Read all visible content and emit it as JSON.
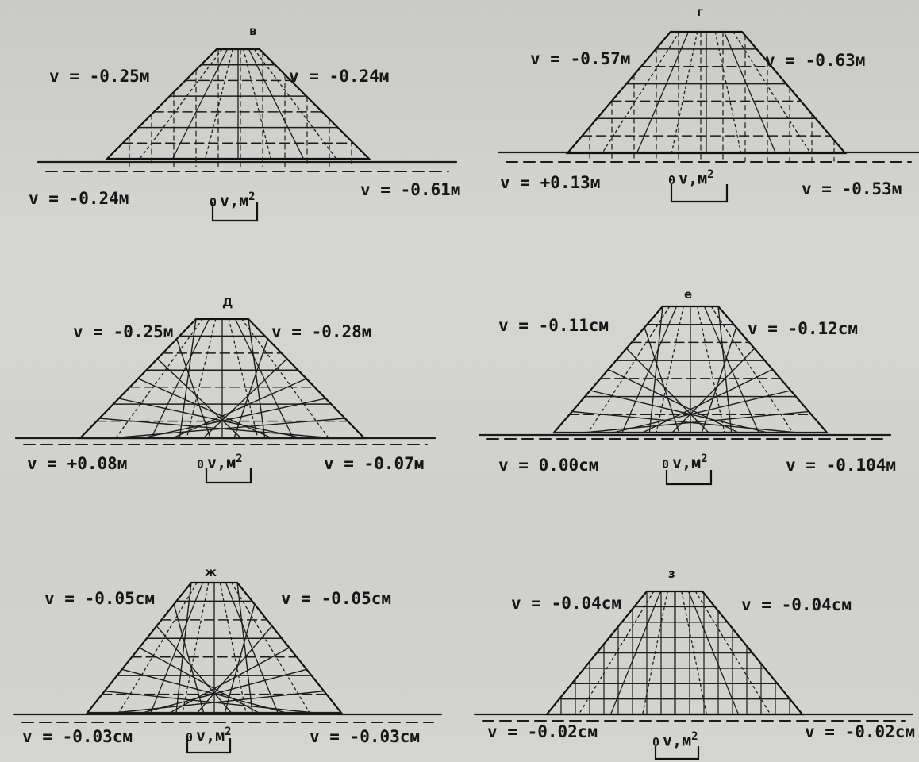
{
  "panels": [
    {
      "id": "v",
      "tag": "в",
      "top_left": "v = -0.25м",
      "top_right": "v = -0.24м",
      "bottom_left": "v = -0.24м",
      "bottom_right": "v = -0.61м",
      "mesh": "dashed-vertical",
      "unit_zero": "0",
      "unit_label": "v,м",
      "unit_exp": "2"
    },
    {
      "id": "g",
      "tag": "г",
      "top_left": "v = -0.57м",
      "top_right": "v = -0.63м",
      "bottom_left": "v = +0.13м",
      "bottom_right": "v = -0.53м",
      "mesh": "dashed-vertical",
      "unit_zero": "0",
      "unit_label": "v,м",
      "unit_exp": "2"
    },
    {
      "id": "d",
      "tag": "Д",
      "top_left": "v = -0.25м",
      "top_right": "v = -0.28м",
      "bottom_left": "v = +0.08м",
      "bottom_right": "v = -0.07м",
      "mesh": "diagonal",
      "unit_zero": "0",
      "unit_label": "v,м",
      "unit_exp": "2"
    },
    {
      "id": "e",
      "tag": "е",
      "top_left": "v = -0.11см",
      "top_right": "v = -0.12см",
      "bottom_left": "v = 0.00см",
      "bottom_right": "v = -0.104м",
      "mesh": "diagonal",
      "unit_zero": "0",
      "unit_label": "v,м",
      "unit_exp": "2"
    },
    {
      "id": "zh",
      "tag": "ж",
      "top_left": "v = -0.05см",
      "top_right": "v = -0.05см",
      "bottom_left": "v = -0.03см",
      "bottom_right": "v = -0.03см",
      "mesh": "diagonal",
      "unit_zero": "0",
      "unit_label": "v,м",
      "unit_exp": "2"
    },
    {
      "id": "z",
      "tag": "з",
      "top_left": "v = -0.04см",
      "top_right": "v = -0.04см",
      "bottom_left": "v = -0.02см",
      "bottom_right": "v = -0.02см",
      "mesh": "grid",
      "unit_zero": "0",
      "unit_label": "v,м",
      "unit_exp": "2"
    }
  ]
}
